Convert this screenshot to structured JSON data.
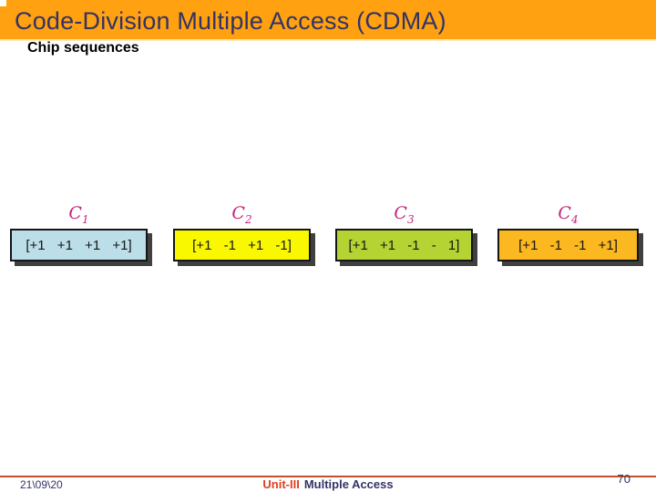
{
  "slide": {
    "title": "Code-Division Multiple Access (CDMA)",
    "subtitle": "Chip sequences"
  },
  "colors": {
    "header_bg": "#FFA110",
    "title_text": "#333366",
    "label_magenta": "#C2277E",
    "box_border": "#151515",
    "box_shadow": "#404040",
    "footer_line": "#C0522D",
    "footer_text": "#333366",
    "unit_red": "#E03E20"
  },
  "sequences": [
    {
      "label": "C",
      "sub": "1",
      "values": "[+1 +1 +1 +1]",
      "bg_color": "#BCDEE8"
    },
    {
      "label": "C",
      "sub": "2",
      "values": "[+1 -1 +1 -1]",
      "bg_color": "#FAF800"
    },
    {
      "label": "C",
      "sub": "3",
      "values": "[+1 +1 -1 - 1]",
      "bg_color": "#B5D333"
    },
    {
      "label": "C",
      "sub": "4",
      "values": "[+1 -1 -1 +1]",
      "bg_color": "#FBB821"
    }
  ],
  "footer": {
    "date": "21\\09\\20",
    "course_unit": "Unit-III",
    "course_title": "Multiple Access",
    "page_number": "70"
  }
}
